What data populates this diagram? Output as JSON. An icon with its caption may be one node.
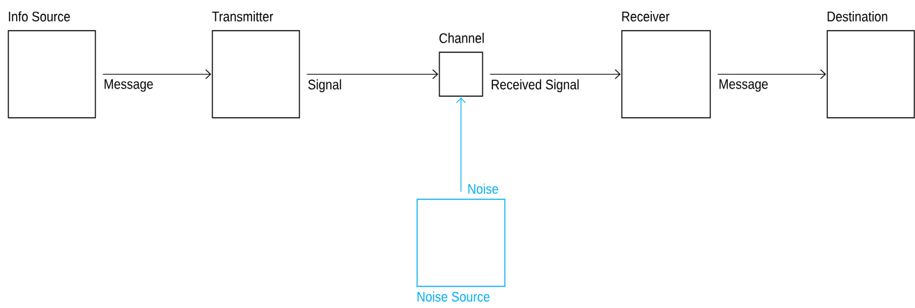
{
  "diagram": {
    "nodes": [
      {
        "text": [
          "Info Source"
        ]
      },
      {
        "text": [
          "Transmitter"
        ]
      },
      {
        "text": [
          "Channel"
        ]
      },
      {
        "text": [
          "Receiver"
        ]
      },
      {
        "text": [
          "Destination"
        ]
      },
      {
        "text": [
          "Noise Source"
        ]
      }
    ],
    "edges": [
      {
        "from": 0,
        "to": 1,
        "arrow": "to",
        "label": "Message"
      },
      {
        "from": 1,
        "to": 2,
        "arrow": "to",
        "label": "Signal"
      },
      {
        "from": 2,
        "to": 3,
        "arrow": "to",
        "label": "Received Signal"
      },
      {
        "from": 3,
        "to": 4,
        "arrow": "to",
        "label": "Message"
      },
      {
        "from": 5,
        "to": 2,
        "arrow": "to",
        "label": "Noise",
        "color": "#00aeef"
      }
    ]
  }
}
